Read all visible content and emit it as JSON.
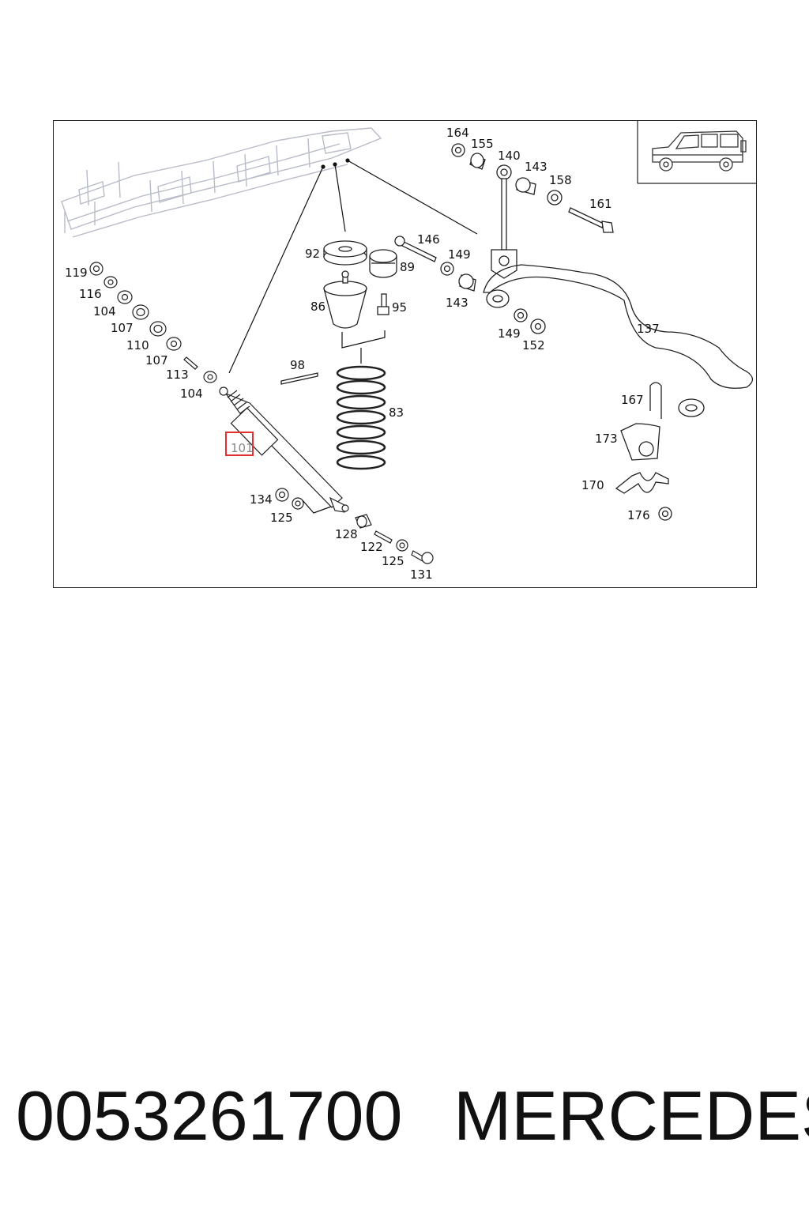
{
  "callouts": {
    "c119": "119",
    "c116": "116",
    "c104a": "104",
    "c107a": "107",
    "c110": "110",
    "c107b": "107",
    "c113": "113",
    "c104b": "104",
    "c101": "101",
    "c134": "134",
    "c125a": "125",
    "c128": "128",
    "c122": "122",
    "c125b": "125",
    "c131": "131",
    "c92": "92",
    "c89": "89",
    "c86": "86",
    "c95": "95",
    "c98": "98",
    "c83": "83",
    "c164": "164",
    "c155": "155",
    "c140": "140",
    "c143a": "143",
    "c158": "158",
    "c161": "161",
    "c146": "146",
    "c149a": "149",
    "c143b": "143",
    "c149b": "149",
    "c152": "152",
    "c137": "137",
    "c167": "167",
    "c173": "173",
    "c170": "170",
    "c176": "176"
  },
  "highlight": {
    "part": "101",
    "color": "#e03030"
  },
  "footer": {
    "part_number": "0053261700",
    "brand": "MERCEDES"
  }
}
